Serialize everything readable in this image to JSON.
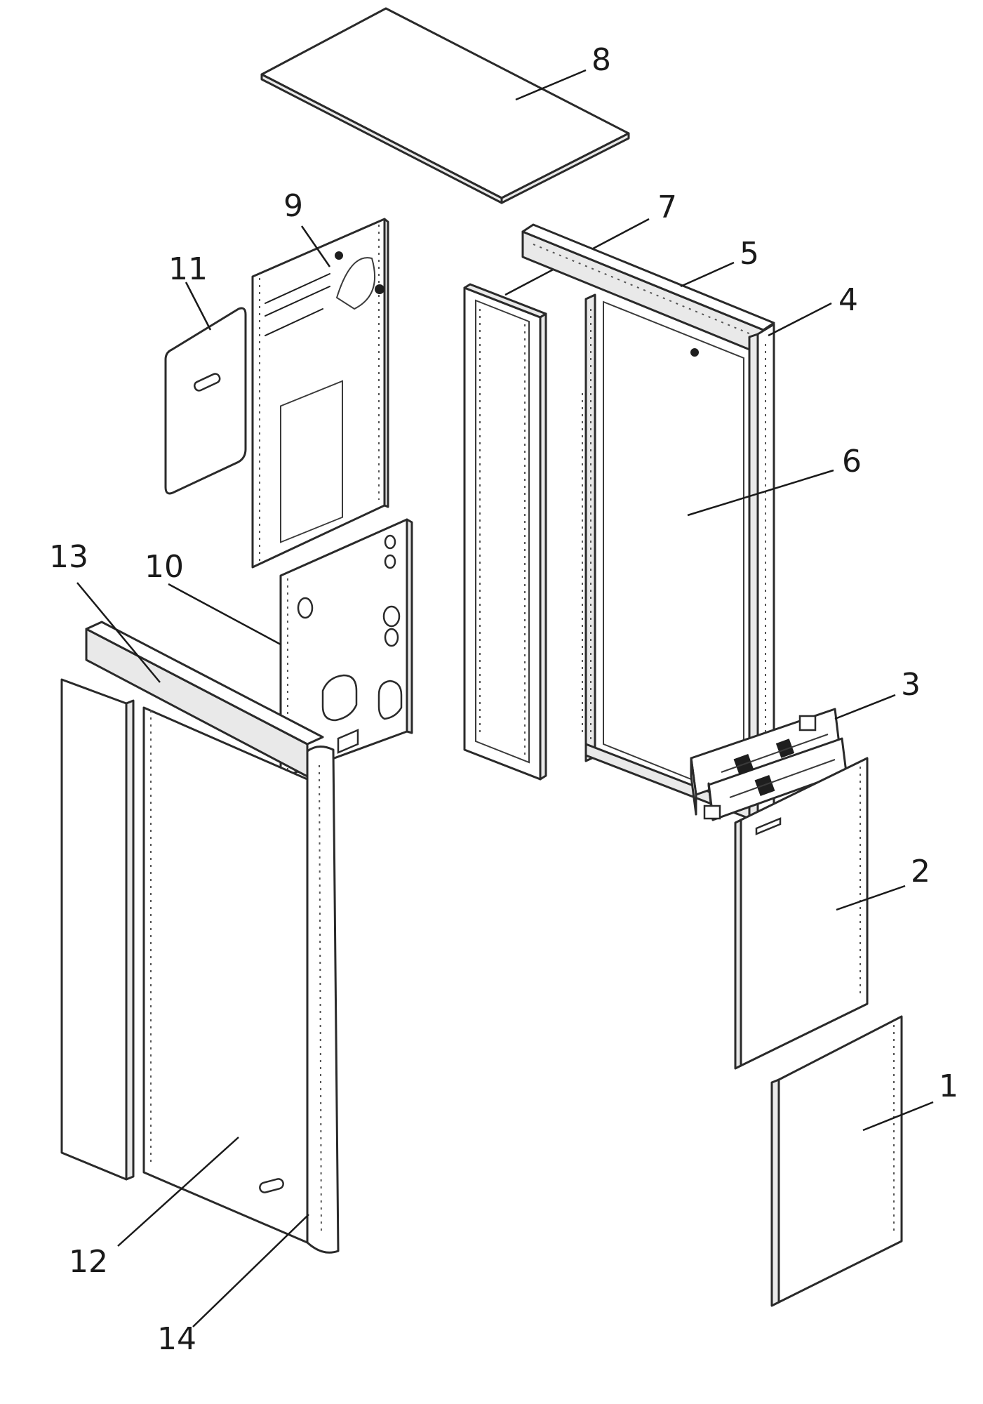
{
  "diagram": {
    "callouts": [
      {
        "id": "1",
        "label": "1"
      },
      {
        "id": "2",
        "label": "2"
      },
      {
        "id": "3",
        "label": "3"
      },
      {
        "id": "4",
        "label": "4"
      },
      {
        "id": "5",
        "label": "5"
      },
      {
        "id": "6",
        "label": "6"
      },
      {
        "id": "7",
        "label": "7"
      },
      {
        "id": "8",
        "label": "8"
      },
      {
        "id": "9",
        "label": "9"
      },
      {
        "id": "10",
        "label": "10"
      },
      {
        "id": "11",
        "label": "11"
      },
      {
        "id": "12",
        "label": "12"
      },
      {
        "id": "13",
        "label": "13"
      },
      {
        "id": "14",
        "label": "14"
      }
    ],
    "colors": {
      "line": "#2a2a2a",
      "fill": "#ffffff",
      "shade": "#e9e9e9"
    }
  }
}
